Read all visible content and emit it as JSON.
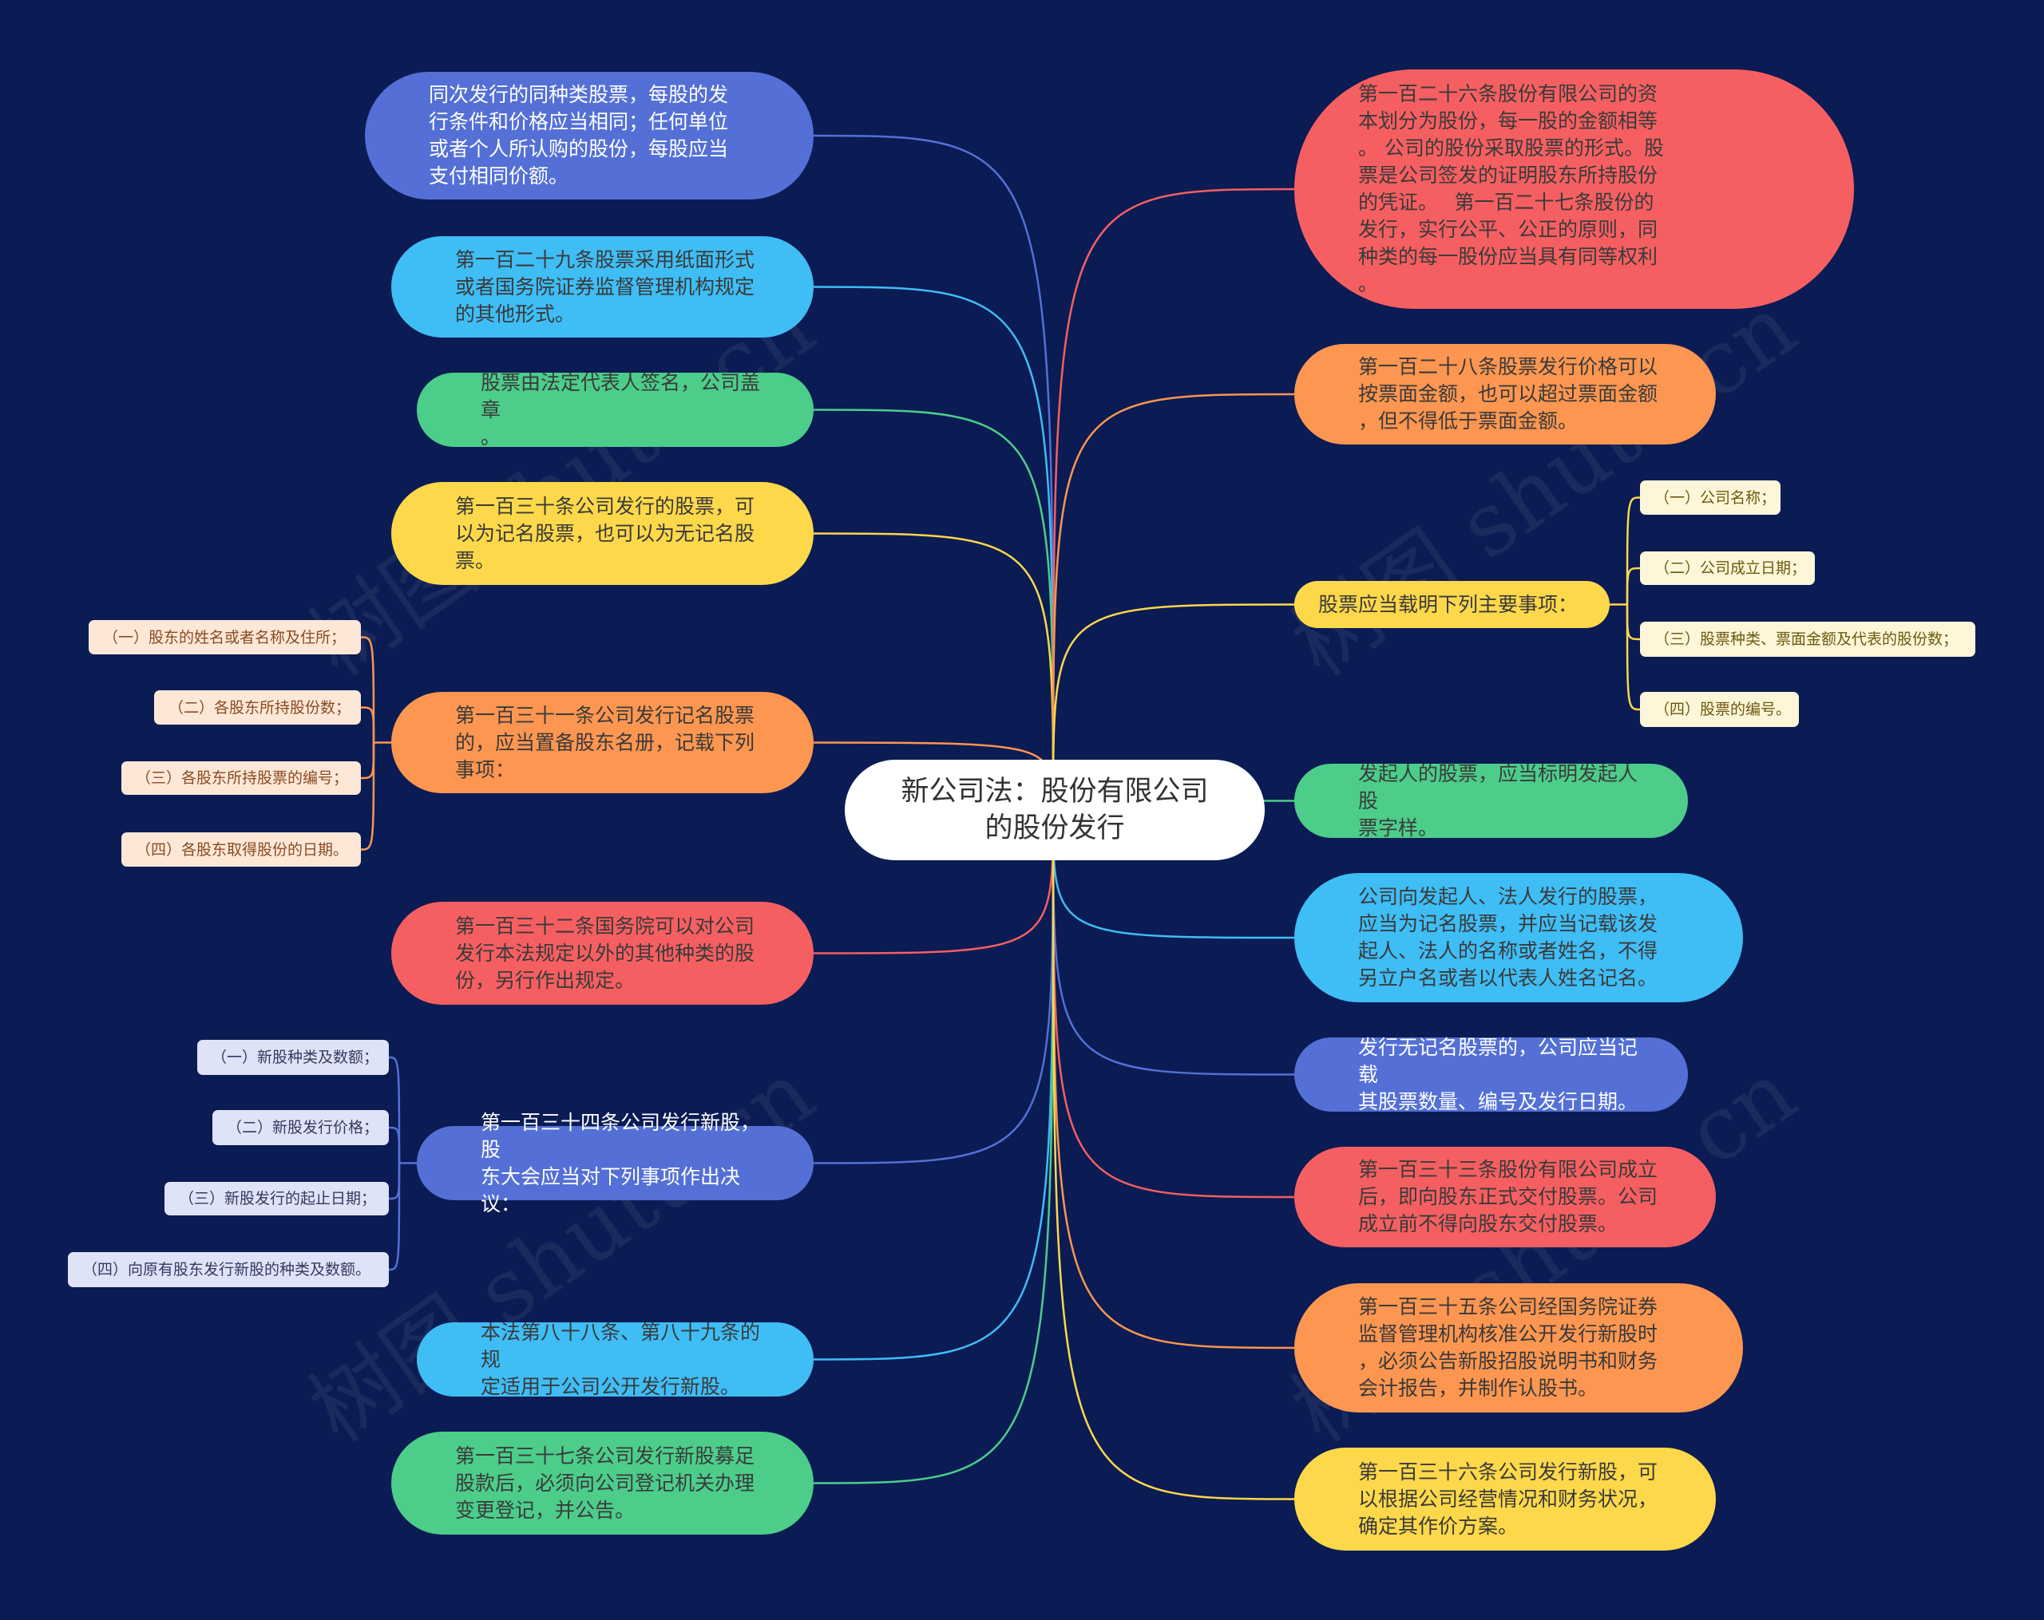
{
  "center": {
    "title": "新公司法：股份有限公司\n的股份发行"
  },
  "watermark": "树图 shutu.cn",
  "colors": {
    "background": "#0b1b54",
    "purple": "#5470d6",
    "cyan": "#3fbdf5",
    "green": "#4ccd8a",
    "yellow": "#fdd84a",
    "orange": "#fd9650",
    "red": "#f65f61"
  },
  "left_nodes": [
    {
      "text": "同次发行的同种类股票，每股的发\n行条件和价格应当相同；任何单位\n或者个人所认购的股份，每股应当\n支付相同价额。",
      "color": "purple"
    },
    {
      "text": "第一百二十九条股票采用纸面形式\n或者国务院证券监督管理机构规定\n的其他形式。",
      "color": "cyan"
    },
    {
      "text": "股票由法定代表人签名，公司盖章\n。",
      "color": "green"
    },
    {
      "text": "第一百三十条公司发行的股票，可\n以为记名股票，也可以为无记名股\n票。",
      "color": "yellow"
    },
    {
      "text": "第一百三十一条公司发行记名股票\n的，应当置备股东名册，记载下列\n事项：",
      "color": "orange",
      "children": [
        "（一）股东的姓名或者名称及住所；",
        "（二）各股东所持股份数；",
        "（三）各股东所持股票的编号；",
        "（四）各股东取得股份的日期。"
      ]
    },
    {
      "text": "第一百三十二条国务院可以对公司\n发行本法规定以外的其他种类的股\n份，另行作出规定。",
      "color": "red"
    },
    {
      "text": "第一百三十四条公司发行新股，股\n东大会应当对下列事项作出决议：",
      "color": "purple",
      "children": [
        "（一）新股种类及数额；",
        "（二）新股发行价格；",
        "（三）新股发行的起止日期；",
        "（四）向原有股东发行新股的种类及数额。"
      ]
    },
    {
      "text": "本法第八十八条、第八十九条的规\n定适用于公司公开发行新股。",
      "color": "cyan"
    },
    {
      "text": "第一百三十七条公司发行新股募足\n股款后，必须向公司登记机关办理\n变更登记，并公告。",
      "color": "green"
    }
  ],
  "right_nodes": [
    {
      "text": "第一百二十六条股份有限公司的资\n本划分为股份，每一股的金额相等\n。 公司的股份采取股票的形式。股\n票是公司签发的证明股东所持股份\n的凭证。　 第一百二十七条股份的\n发行，实行公平、公正的原则，同\n种类的每一股份应当具有同等权利\n。",
      "color": "red"
    },
    {
      "text": "第一百二十八条股票发行价格可以\n按票面金额，也可以超过票面金额\n，但不得低于票面金额。",
      "color": "orange"
    },
    {
      "text": "股票应当载明下列主要事项：",
      "color": "yellow",
      "children": [
        "（一）公司名称；",
        "（二）公司成立日期；",
        "（三）股票种类、票面金额及代表的股份数；",
        "（四）股票的编号。"
      ]
    },
    {
      "text": "发起人的股票，应当标明发起人股\n票字样。",
      "color": "green"
    },
    {
      "text": "公司向发起人、法人发行的股票，\n应当为记名股票，并应当记载该发\n起人、法人的名称或者姓名，不得\n另立户名或者以代表人姓名记名。",
      "color": "cyan"
    },
    {
      "text": "发行无记名股票的，公司应当记载\n其股票数量、编号及发行日期。",
      "color": "purple"
    },
    {
      "text": "第一百三十三条股份有限公司成立\n后，即向股东正式交付股票。公司\n成立前不得向股东交付股票。",
      "color": "red"
    },
    {
      "text": "第一百三十五条公司经国务院证券\n监督管理机构核准公开发行新股时\n，必须公告新股招股说明书和财务\n会计报告，并制作认股书。",
      "color": "orange"
    },
    {
      "text": "第一百三十六条公司发行新股，可\n以根据公司经营情况和财务状况，\n确定其作价方案。",
      "color": "yellow"
    }
  ]
}
